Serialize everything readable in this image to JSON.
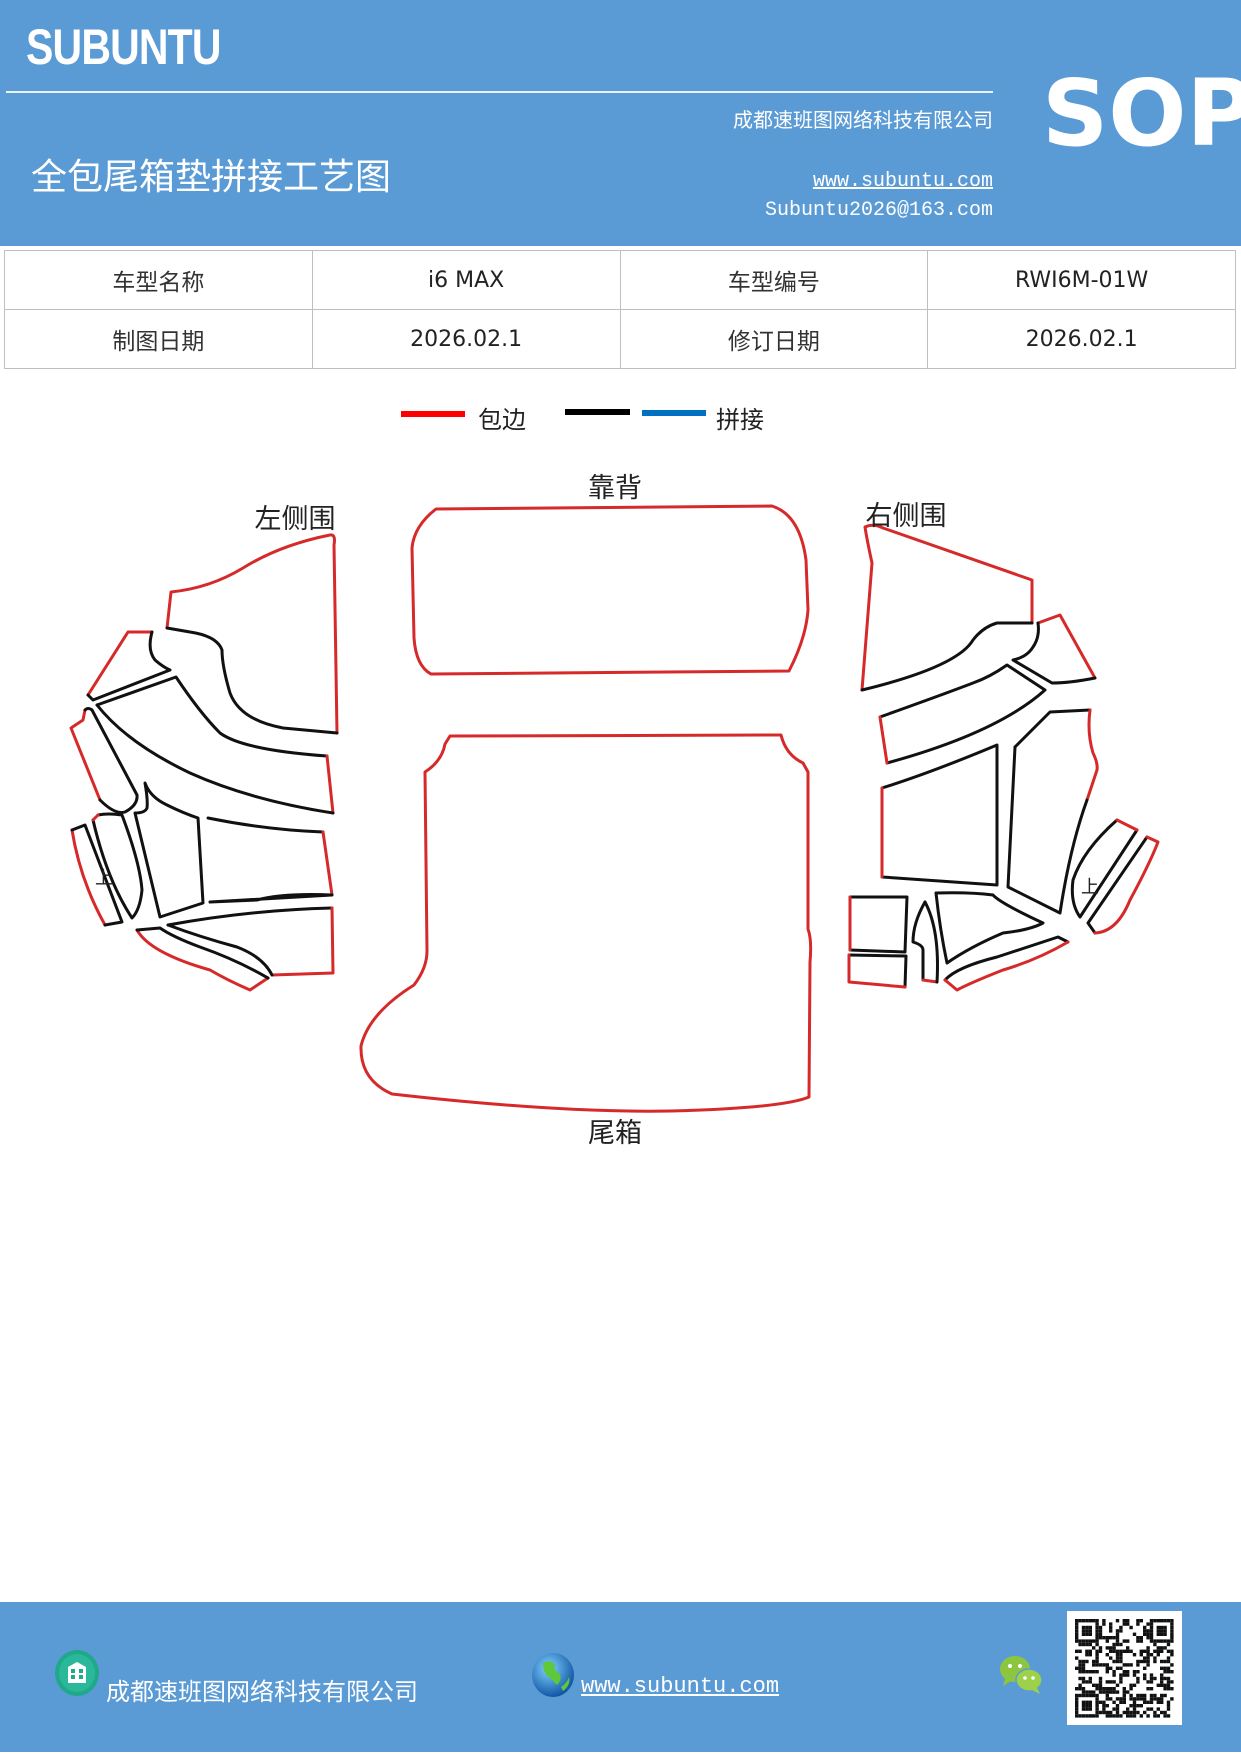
{
  "header": {
    "brand": "SUBUNTU",
    "company": "成都速班图网络科技有限公司",
    "title": "全包尾箱垫拼接工艺图",
    "website": "www.subuntu.com",
    "email": "Subuntu2026@163.com",
    "badge": "SOP",
    "background_color": "#5b9bd5"
  },
  "info_table": {
    "rows": [
      [
        "车型名称",
        "i6 MAX",
        "车型编号",
        "RWI6M-01W"
      ],
      [
        "制图日期",
        "2026.02.1",
        "修订日期",
        "2026.02.1"
      ]
    ]
  },
  "legend": {
    "items": [
      {
        "label": "包边",
        "color": "#ff0000"
      },
      {
        "label": "",
        "color": "#000000"
      },
      {
        "label": "拼接",
        "color": "#0070c0"
      }
    ]
  },
  "diagram": {
    "labels": {
      "backrest": "靠背",
      "left_side": "左侧围",
      "right_side": "右侧围",
      "trunk": "尾箱",
      "up_left": "上",
      "up_right": "上"
    },
    "edge_color": "#d62a2a",
    "seam_color": "#111111"
  },
  "footer": {
    "company": "成都速班图网络科技有限公司",
    "website": "www.subuntu.com",
    "icons": [
      "building-icon",
      "globe-icon",
      "wechat-icon",
      "qr-code"
    ]
  }
}
